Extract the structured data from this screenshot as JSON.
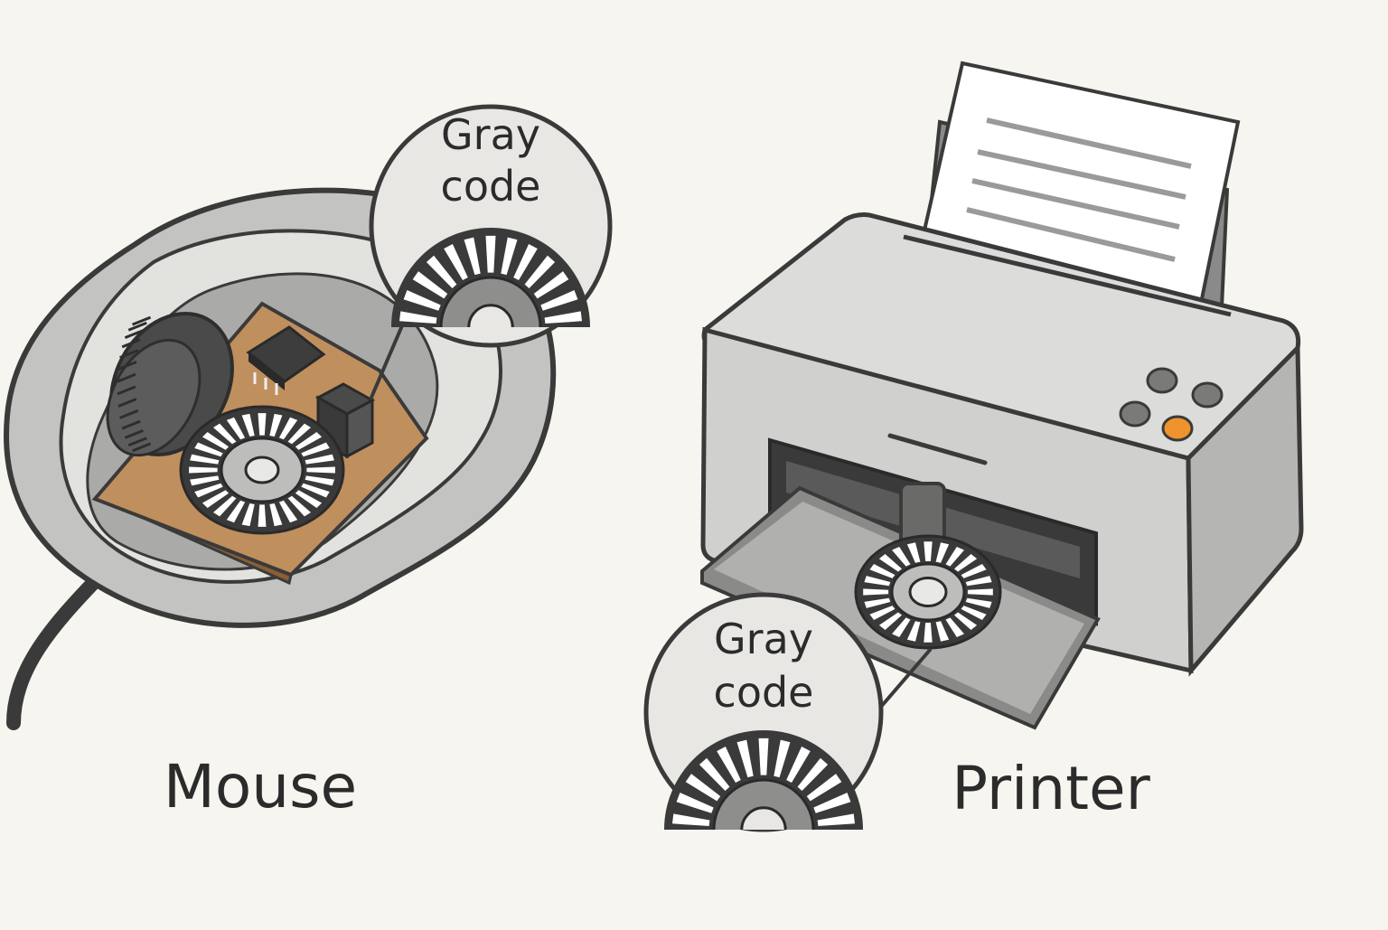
{
  "mouse": {
    "label": "Mouse",
    "callout": {
      "line1": "Gray",
      "line2": "code"
    }
  },
  "printer": {
    "label": "Printer",
    "callout": {
      "line1": "Gray",
      "line2": "code"
    }
  },
  "colors": {
    "background": "#f7f5f0",
    "outline": "#3a3a3a",
    "shell_light": "#dededb",
    "shell_mid": "#b9b9b7",
    "shell_dark": "#8e8e8c",
    "circuit_board": "#bf8f5e",
    "accent_button": "#f0922e"
  }
}
